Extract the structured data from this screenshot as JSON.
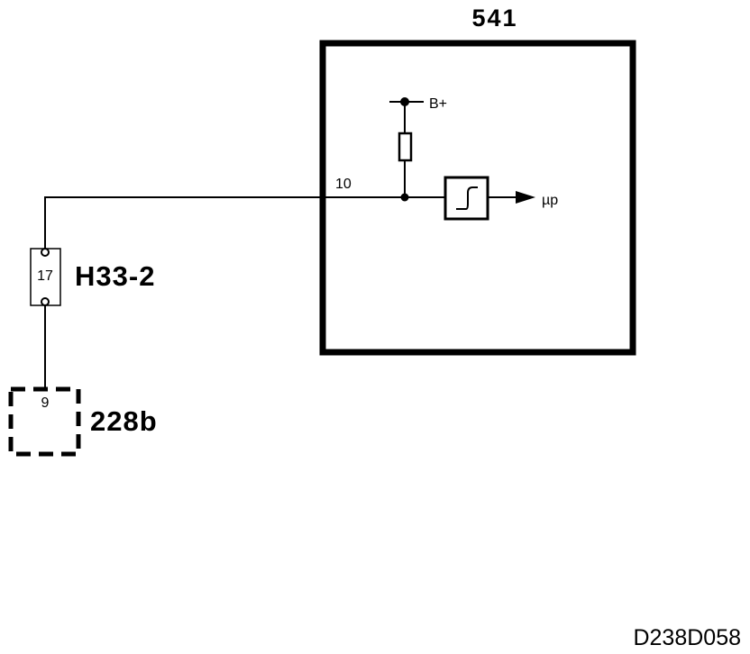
{
  "module": {
    "number": "541",
    "pin": "10",
    "supply_label": "B+",
    "output_label": "µp"
  },
  "connector": {
    "name": "H33-2",
    "pin": "17"
  },
  "component": {
    "name": "228b",
    "pin": "9"
  },
  "drawing_ref": "D238D058"
}
